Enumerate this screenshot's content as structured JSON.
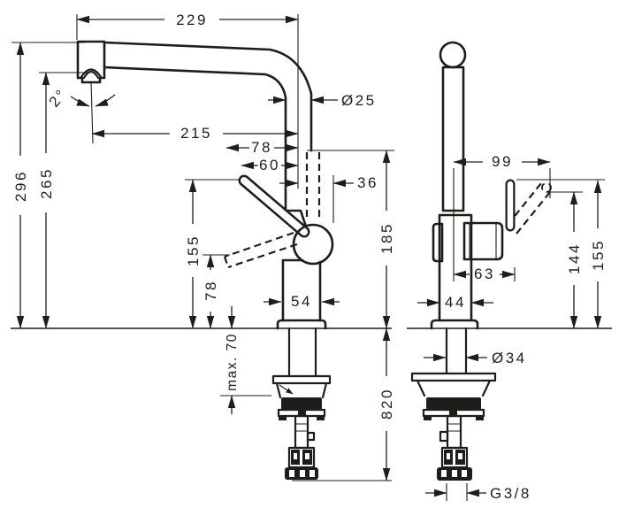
{
  "drawing": {
    "type": "technical-dimension-drawing",
    "subject": "kitchen-mixer-tap",
    "background": "#ffffff",
    "ink": "#1d1d1b",
    "views": {
      "front": "front-elevation",
      "side": "side-elevation"
    }
  },
  "dims": {
    "front": {
      "overall_reach": "229",
      "spout_angle": "2°",
      "aerator_reach": "215",
      "hose_offset": "78",
      "handle_offset": "60",
      "spout_dia": "Ø25",
      "hose_center": "36",
      "overall_height": "296",
      "outlet_height": "265",
      "handle_up_height": "155",
      "handle_down_height": "78",
      "hose_top_height": "185",
      "body_width": "54",
      "counter_max": "max. 70",
      "hose_length": "820"
    },
    "side": {
      "depth": "99",
      "handle_tilt_height": "144",
      "handle_up_height": "155",
      "handle_depth": "63",
      "body_width": "44",
      "shank_dia": "Ø34",
      "thread": "G3/8"
    }
  }
}
